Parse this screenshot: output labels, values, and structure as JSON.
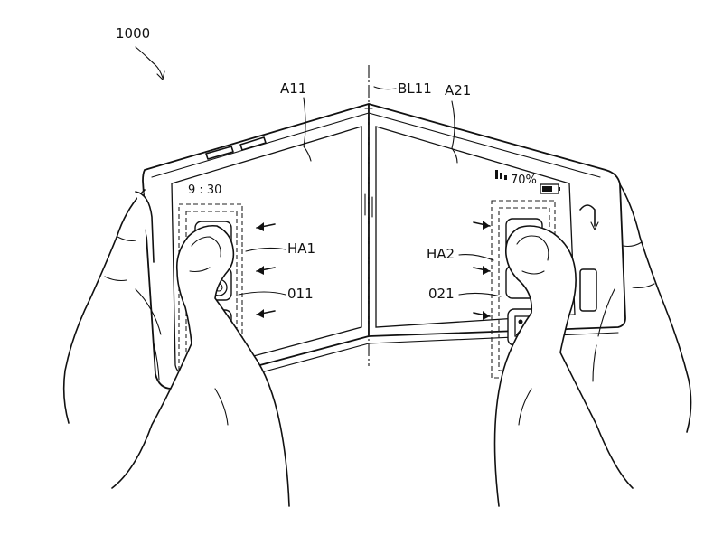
{
  "figure": {
    "reference_number": "1000",
    "labels": {
      "a11": "A11",
      "bl11": "BL11",
      "a21": "A21",
      "ha1": "HA1",
      "o11": "011",
      "ha2": "HA2",
      "o21": "021"
    },
    "status_bar": {
      "time": "9 : 30",
      "battery_percent": "70%"
    }
  },
  "icons": [
    "signal-bars-icon",
    "battery-icon",
    "headphones-icon",
    "gallery-icon",
    "settings-icon",
    "back-icon"
  ]
}
